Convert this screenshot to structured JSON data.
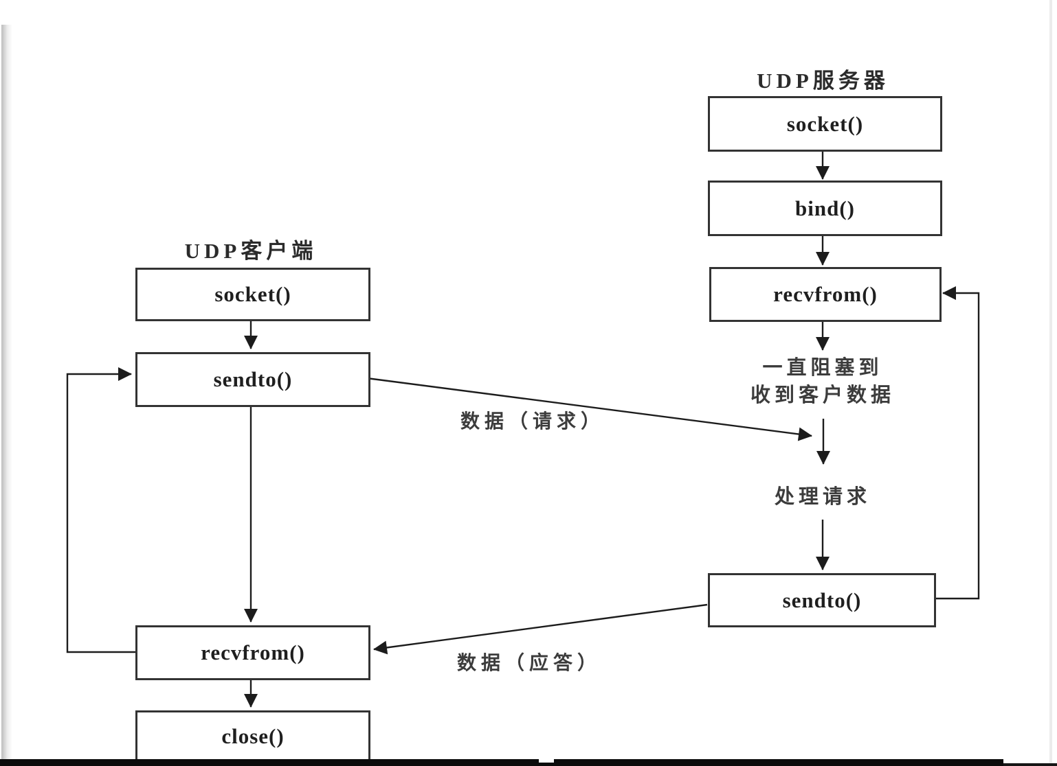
{
  "client": {
    "title": "UDP客户端",
    "socket": "socket()",
    "sendto": "sendto()",
    "recvfrom": "recvfrom()",
    "close": "close()"
  },
  "server": {
    "title": "UDP服务器",
    "socket": "socket()",
    "bind": "bind()",
    "recvfrom": "recvfrom()",
    "sendto": "sendto()",
    "blocking_note_line1": "一直阻塞到",
    "blocking_note_line2": "收到客户数据",
    "process_note": "处理请求"
  },
  "edge_labels": {
    "request": "数据（请求）",
    "reply": "数据（应答）"
  },
  "colors": {
    "line": "#1c1c1c",
    "box_border": "#333333",
    "background": "#ffffff",
    "bottom_bar": "#0b0b0b"
  }
}
